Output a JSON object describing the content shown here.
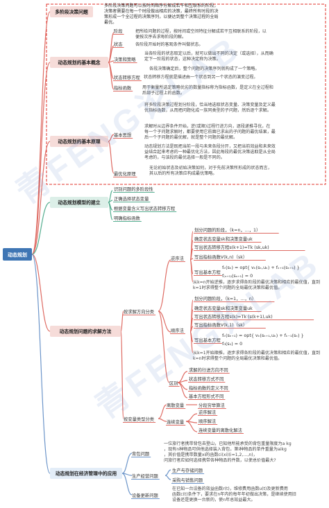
{
  "colors": {
    "root": "#3f76b4",
    "branch_fill": "#f6dcd9",
    "branch_fill_green": "#dcefe8",
    "node_fill": "#e3edf8",
    "line_red": "#de6a62",
    "line_green": "#54ad8f",
    "line_blue": "#6b94c9",
    "dash_border": "#e0302a"
  },
  "watermark": "青FENG论LAB",
  "root": "动态规划",
  "branches": [
    {
      "label": "多阶段决策问题",
      "note": "多阶段决策问题可以按时间顺序分解成若干相互联系的阶段，决策者需要在每一个时段做出相应的决策，最终所有时段的决策形成一个全过程的决策序列，以便达到整个决策过程的全局最优。"
    },
    {
      "label": "动态规划的基本概念",
      "items": [
        {
          "label": "阶段",
          "note": "把所给问题的过程，按时间或空间特征分解成若干互相联系的阶段，以便按次序去求每阶段的解。"
        },
        {
          "label": "状态",
          "note": "各阶段开始时的客观条件叫做状态。"
        },
        {
          "label": "决策和策略",
          "notes": [
            "当各阶段的状态取定以后，就可以做出不同的决定（或选择），从而确定下一阶段的状态，这种决定称为决策。",
            "各段决策确定后，整个问题的决策序列就构成了一个策略。"
          ]
        },
        {
          "label": "状态转移方程",
          "note": "状态转移方程就是描述由一个状态到另一个状态的演变过程。"
        },
        {
          "label": "指标函数",
          "note": "用于衡量所选定策略优劣的数量指标称为指标函数，是定义在全过程和后部子过程上的函数。"
        }
      ]
    },
    {
      "label": "动态规划的基本原理",
      "items": [
        {
          "label": "基本思想",
          "notes": [
            "将多阶段决策过程划分阶段，恰当地选取状态变量、决策变量及定义最优指标函数，从而把问题化成一族同类型的子问题，然后逐个求解。",
            "求解时从边界条件开始，逆(或顺)过程行进方向，逐段递推寻优，在每一个子问题求解时，都要使用它前面已求出的子问题的最优结果，最后一个子问题的最优解，就是整个问题的最优解。",
            "动态规划方法是既把当前一段与未来各段分开，又把当前效益和未来效益结合起来考虑的一种最优化方法，因此每段的最优决策选取是从全局考虑的，与该段的最优选择一般是不同的。"
          ]
        },
        {
          "label": "最优化原理",
          "note": "无论初始状态及初始决策如何，对于先前决策所形成的状态而言，其以后的所有决策应构成最优策略。"
        }
      ]
    },
    {
      "label": "动态规划模型的建立",
      "items": [
        "识别问题的多阶段性",
        "正确选择状态变量",
        "根据变量含义写出状态转移方程",
        "明确指标函数"
      ]
    },
    {
      "label": "动态规划问题的求解方法",
      "groups": [
        {
          "label": "按求解方向分类",
          "items": [
            {
              "label": "逆序法",
              "steps": [
                "划分问题的阶段，（k=n，...，1）",
                "确定状态变量sk和决策变量uk",
                "写出状态转移方程s(k+1)=Tk (sk,uk)",
                "写出指标函数V(k,n)（sk）",
                "写出基本方程"
              ],
              "formula": [
                "fₖ(sₖ) = opt{ vₖ(sₖ,uₖ) + fₖ₊₁(sₖ₊₁) }",
                "f₍ₙ₊₁₎(sₙ₊₁) = 0"
              ],
              "note": "从k=n开始逆推，逐步求得各阶段的最优决策和相应的最优值，直到k=1时求得整个问题的全局最优决策和最优值。"
            },
            {
              "label": "顺序法",
              "steps": [
                "划分问题阶段，（k=1，...，n）",
                "确定状态变量sk和决策变量uk",
                "写出状态转移方程s(k)=Tk (s(k+1),uk)",
                "写出指标函数V(k,1)（sk）",
                "写出基本方程"
              ],
              "formula": [
                "fₖ(sₖ₊₁) = opt{ vₖ(sₖ₊₁,uₖ) + fₖ₋₁(sₖ) }",
                "f₀(s₁) = 0"
              ],
              "note": "从k=1开始顺推，逐步求得各阶段的最优决策和相应的最优值，直到k=n时求得整个问题的全局最优决策和最优值。"
            },
            {
              "label": "区别",
              "items": [
                "求解的行进方向不同",
                "状态转移方式不同",
                "指标函数的定义不同",
                "基本方程形式不同"
              ]
            }
          ]
        },
        {
          "label": "按变量类型分类",
          "items": [
            {
              "label": "离散变量",
              "items": [
                "分段穷举算法"
              ]
            },
            {
              "label": "连续变量",
              "items": [
                "逆序解法",
                "顺序解法",
                "连续变量的离散化解法"
              ]
            }
          ]
        }
      ]
    },
    {
      "label": "动态规划在经济管理中的应用",
      "items": [
        {
          "label": "背包问题",
          "note": "一位旅行者携带背包去登山，已知他所能承受的背包重量限度为a kg，现有n种物品可供他选择装入背包，第i种物品的单件重量为aikg，其价值是携带数量xi的函数ci(xi)(i=1,2,…,n)，问旅行者应如何选择携带各种物品的件数，以使总价值最大?"
        },
        {
          "label": "生产经营问题",
          "items": [
            "生产与存储问题",
            "采购与销售问题"
          ]
        },
        {
          "label": "设备更新问题",
          "note": "在已知一台设备的效益函数r(t)，维修费用函数u(t)及更新费用函数c(t)条件下，要求在n年内的每年年初做出决策，是继续使用旧设备还是更换一台新的，使n年总效益最大。"
        }
      ]
    }
  ]
}
